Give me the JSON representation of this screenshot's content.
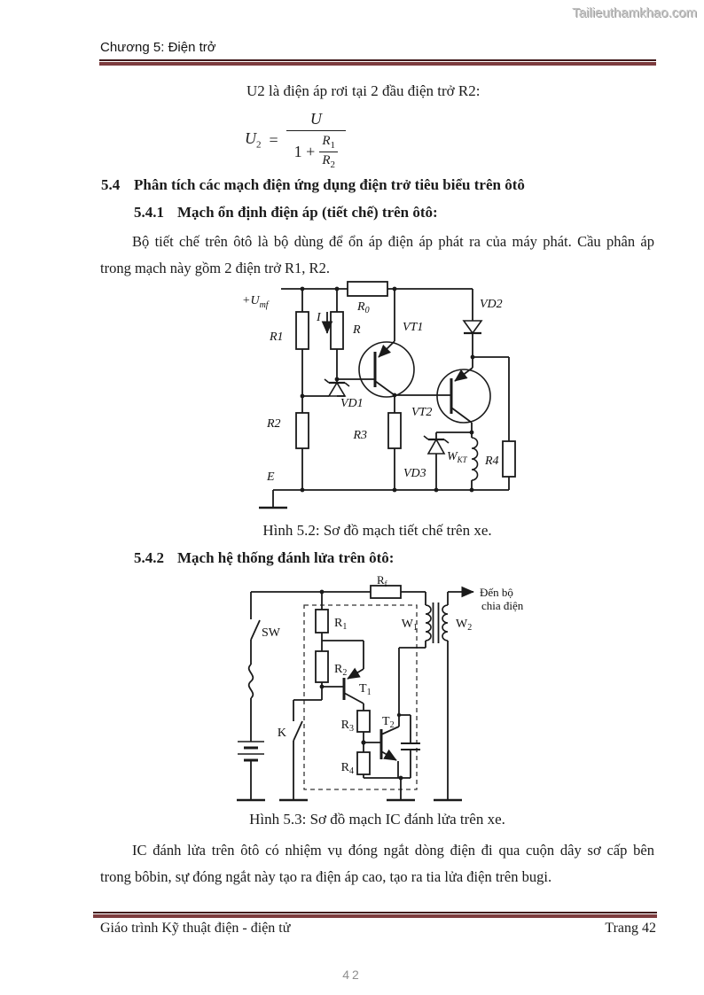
{
  "watermark": {
    "text": "Tailieuthamkhao.com"
  },
  "header": {
    "title": "Chương 5: Điện trở"
  },
  "intro": {
    "text": "U2 là điện áp rơi tại 2 đầu điện trở R2:"
  },
  "formula": {
    "lhs_base": "U",
    "lhs_sub": "2",
    "eq": "=",
    "numerator": "U",
    "den_prefix": "1 +",
    "r1": {
      "base": "R",
      "sub": "1"
    },
    "r2": {
      "base": "R",
      "sub": "2"
    }
  },
  "sections": {
    "s54": {
      "number": "5.4",
      "title": "Phân tích các mạch điện ứng dụng điện trở tiêu biểu trên ôtô"
    },
    "s541": {
      "number": "5.4.1",
      "title": "Mạch ổn định điện áp (tiết chế) trên ôtô:"
    },
    "s542": {
      "number": "5.4.2",
      "title": "Mạch hệ thống đánh lửa trên ôtô:"
    }
  },
  "paragraphs": {
    "p541": {
      "line1": "Bộ tiết chế trên ôtô là bộ dùng để ổn áp điện áp phát ra của máy phát. Cầu phân áp",
      "line2": "trong mạch này gồm 2 điện trở R1, R2."
    },
    "p542": {
      "line1": "IC đánh lửa trên ôtô có nhiệm vụ đóng ngắt dòng điện đi qua cuộn dây sơ cấp bên",
      "line2": "trong bôbin, sự đóng ngắt này tạo ra điện áp cao, tạo ra tia lửa điện trên bugi."
    }
  },
  "figure_52": {
    "caption": "Hình 5.2: Sơ đồ mạch tiết chế trên xe.",
    "labels": {
      "umf": {
        "base": "+U",
        "sub": "mf"
      },
      "r1": "R1",
      "i": "I",
      "r": "R",
      "r0": {
        "base": "R",
        "sub": "0"
      },
      "vt1": "VT1",
      "vd1": "VD1",
      "vd2": "VD2",
      "r2": "R2",
      "r3": "R3",
      "vt2": "VT2",
      "wkt": {
        "base": "W",
        "sub": "KT"
      },
      "vd3": "VD3",
      "r4": "R4",
      "e": "E"
    }
  },
  "figure_53": {
    "caption": "Hình 5.3: Sơ đồ mạch IC đánh lửa trên xe.",
    "labels": {
      "rf": {
        "base": "R",
        "sub": "f"
      },
      "sw": "SW",
      "k": "K",
      "r1": {
        "base": "R",
        "sub": "1"
      },
      "r2": {
        "base": "R",
        "sub": "2"
      },
      "r3": {
        "base": "R",
        "sub": "3"
      },
      "r4": {
        "base": "R",
        "sub": "4"
      },
      "t1": {
        "base": "T",
        "sub": "1"
      },
      "t2": {
        "base": "T",
        "sub": "2"
      },
      "w1": {
        "base": "W",
        "sub": "1"
      },
      "w2": {
        "base": "W",
        "sub": "2"
      },
      "dest1": "Đến bộ",
      "dest2": "chia điện"
    }
  },
  "footer": {
    "left": "Giáo trình Kỹ thuật điện - điện tử",
    "right": "Trang 42",
    "page_number": "42"
  },
  "colors": {
    "rule_maroon": "#7d3c3e",
    "rule_dark": "#401a1c",
    "ink": "#1a1a1a",
    "watermark_gray": "#c3c3c3",
    "page_number_gray": "#8f8f8f"
  }
}
